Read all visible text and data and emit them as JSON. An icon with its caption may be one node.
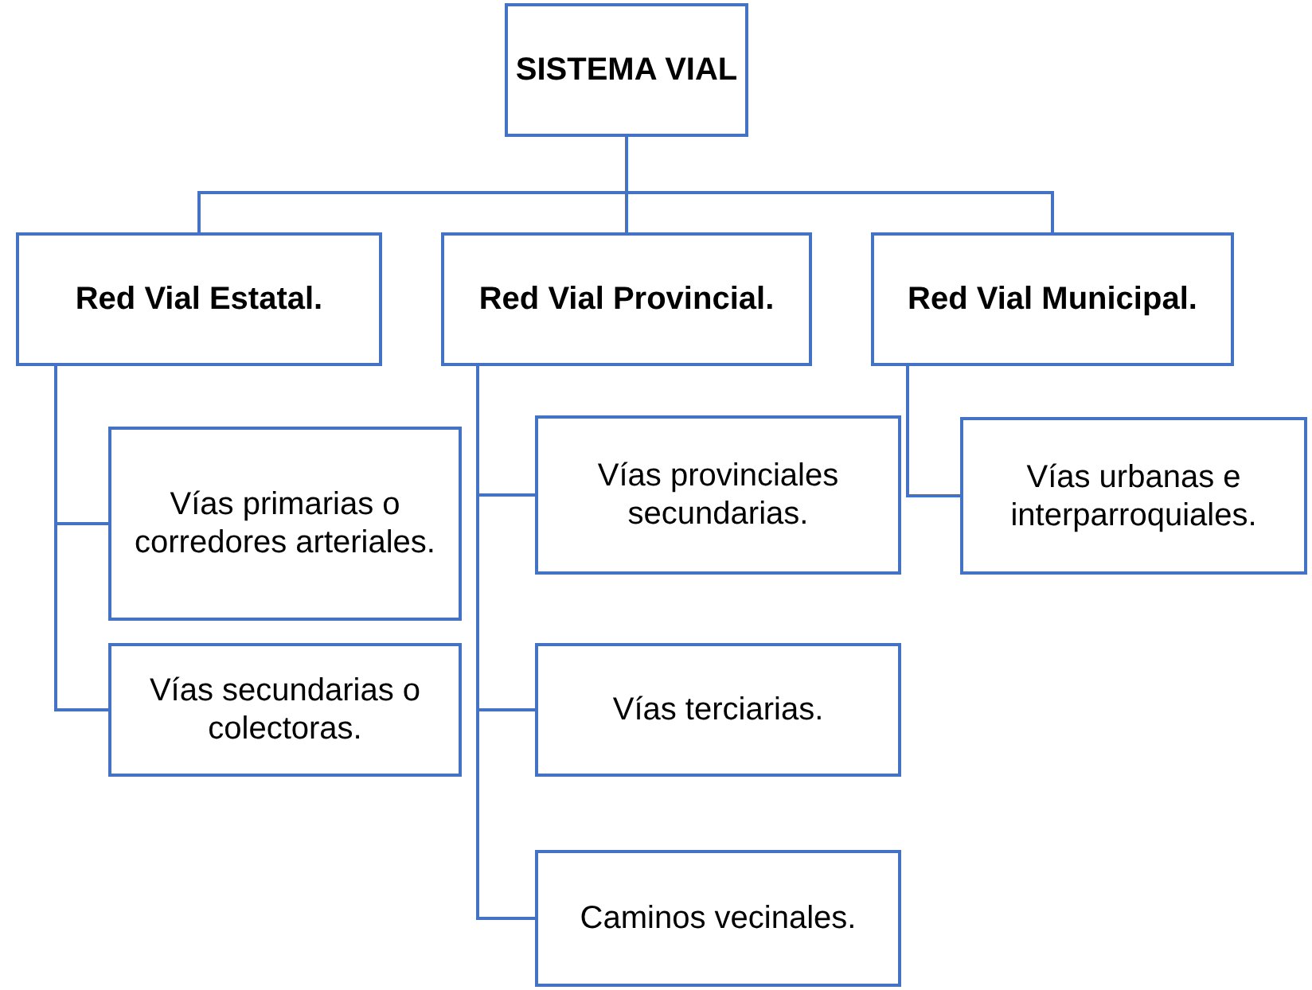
{
  "diagram": {
    "nodes": [
      {
        "text": [
          "SISTEMA VIAL"
        ]
      },
      {
        "text": [
          "Red Vial Estatal."
        ]
      },
      {
        "text": [
          "Red Vial Provincial."
        ]
      },
      {
        "text": [
          "Red Vial Municipal."
        ]
      },
      {
        "text": [
          "Vías primarias o corredores arteriales."
        ]
      },
      {
        "text": [
          "Vías secundarias o colectoras."
        ]
      },
      {
        "text": [
          "Vías provinciales secundarias."
        ]
      },
      {
        "text": [
          "Vías terciarias."
        ]
      },
      {
        "text": [
          "Caminos vecinales."
        ]
      },
      {
        "text": [
          "Vías urbanas e interparroquiales."
        ]
      }
    ],
    "edges": [
      {
        "from": 0,
        "to": 1,
        "arrow": "none"
      },
      {
        "from": 0,
        "to": 2,
        "arrow": "none"
      },
      {
        "from": 0,
        "to": 3,
        "arrow": "none"
      },
      {
        "from": 1,
        "to": 4,
        "arrow": "none"
      },
      {
        "from": 1,
        "to": 5,
        "arrow": "none"
      },
      {
        "from": 2,
        "to": 6,
        "arrow": "none"
      },
      {
        "from": 2,
        "to": 7,
        "arrow": "none"
      },
      {
        "from": 2,
        "to": 8,
        "arrow": "none"
      },
      {
        "from": 3,
        "to": 9,
        "arrow": "none"
      }
    ]
  }
}
